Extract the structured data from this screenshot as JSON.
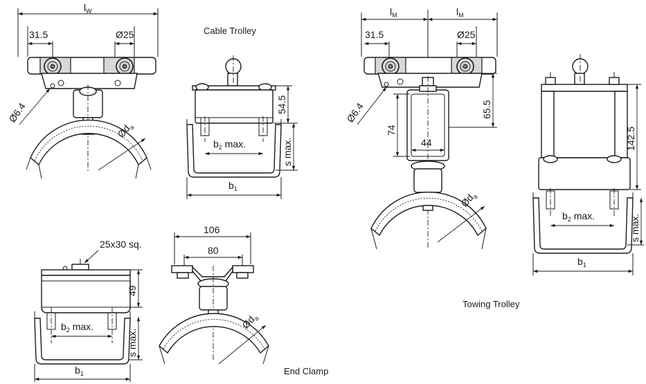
{
  "captions": {
    "cable_trolley": "Cable Trolley",
    "towing_trolley": "Towing Trolley",
    "end_clamp": "End Clamp"
  },
  "dims": {
    "lw_base": "l",
    "lw_sub": "W",
    "lm_base": "l",
    "lm_sub": "M",
    "d31": "31.5",
    "d25": "Ø25",
    "d64": "Ø6.4",
    "oda_base": "Ød",
    "oda_sub": "a",
    "h545": "54.5",
    "b2": "b",
    "b2_sub": "2",
    "b2_suffix": " max.",
    "b1": "b",
    "b1_sub": "1",
    "smax": "s max.",
    "h655": "65.5",
    "h74": "74",
    "w44": "44",
    "h1425": "142.5",
    "w106": "106",
    "w80": "80",
    "sq": "25x30 sq.",
    "h49": "49"
  }
}
